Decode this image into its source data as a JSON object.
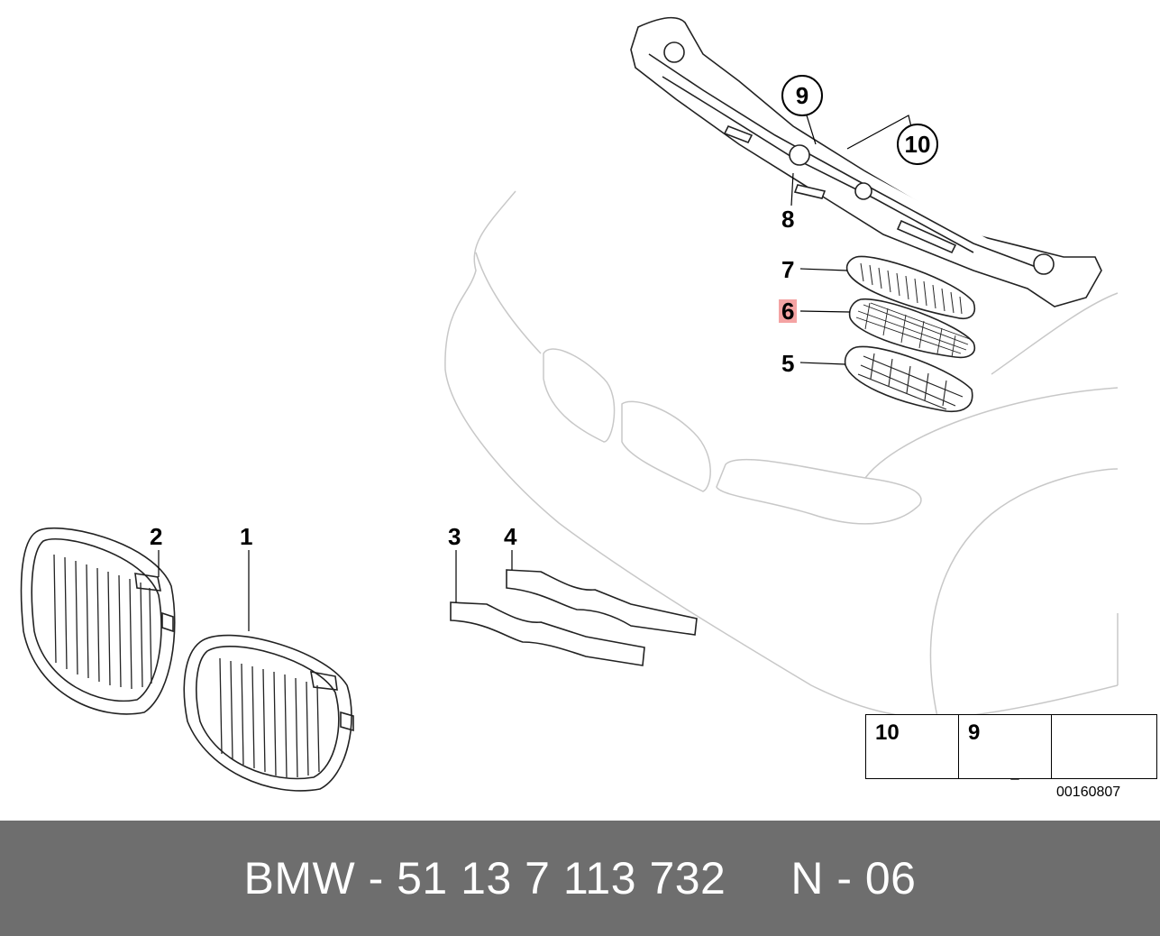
{
  "diagram": {
    "callouts": {
      "c1": "1",
      "c2": "2",
      "c3": "3",
      "c4": "4",
      "c5": "5",
      "c6": "6",
      "c7": "7",
      "c8": "8",
      "c9": "9",
      "c10": "10"
    },
    "highlighted_callout": "6",
    "legend": {
      "item10": "10",
      "item9": "9"
    },
    "catalog_code": "00160807"
  },
  "footer": {
    "text": "BMW - 51 13 7 113 732     N - 06"
  },
  "colors": {
    "highlight": "#f4a3a3",
    "footer_bg": "#6e6e6e"
  }
}
